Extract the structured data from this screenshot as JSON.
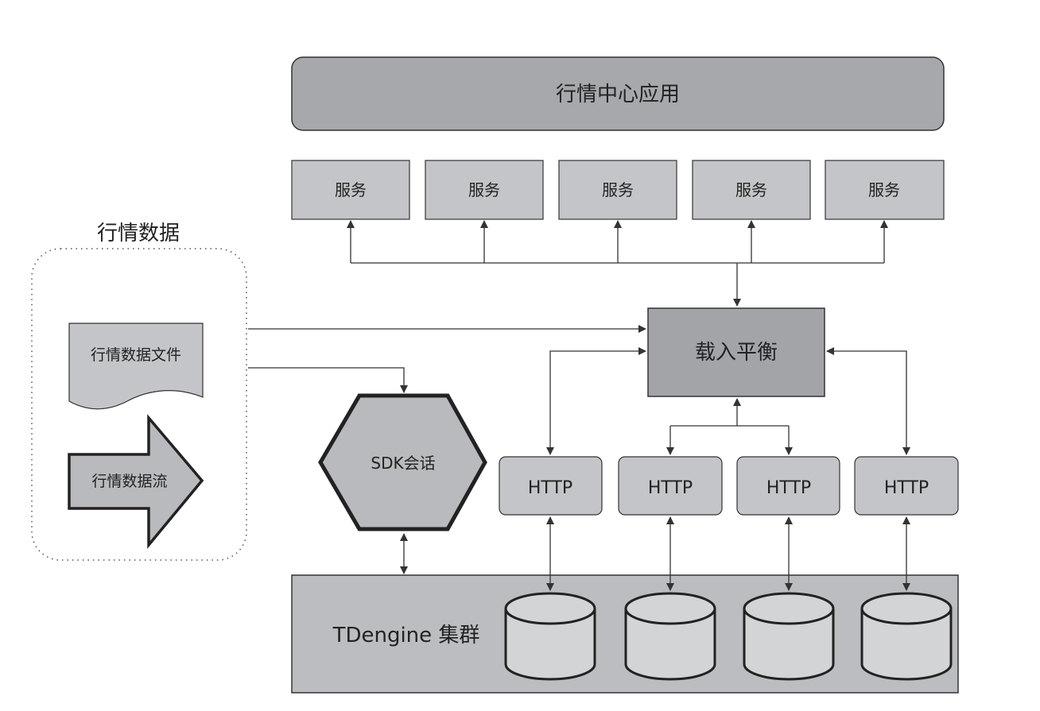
{
  "app": {
    "title": "行情中心应用",
    "services": [
      "服务",
      "服务",
      "服务",
      "服务",
      "服务"
    ]
  },
  "load_balancer": {
    "label": "载入平衡"
  },
  "market_data": {
    "title": "行情数据",
    "file_label": "行情数据文件",
    "stream_label": "行情数据流"
  },
  "sdk": {
    "label": "SDK会话"
  },
  "http_nodes": [
    "HTTP",
    "HTTP",
    "HTTP",
    "HTTP"
  ],
  "cluster": {
    "label": "TDengine 集群"
  },
  "colors": {
    "app_fill": "#a7a8ac",
    "service_fill": "#c4c5c8",
    "lb_fill": "#a3a4a8",
    "http_fill": "#c4c5c8",
    "cluster_fill": "#bcbdc0",
    "db_fill": "#d3d4d6",
    "stroke": "#333333"
  }
}
